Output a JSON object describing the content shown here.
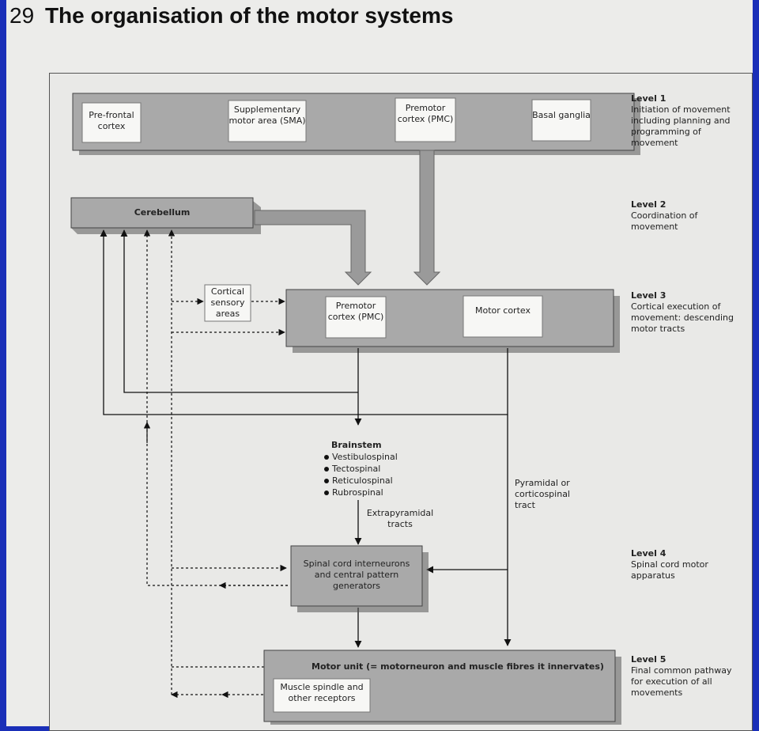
{
  "title": {
    "number": "29",
    "text": "The organisation of the motor systems"
  },
  "levels": [
    {
      "label": "Level 1",
      "desc": "Initiation of movement including planning and programming of movement"
    },
    {
      "label": "Level 2",
      "desc": "Coordination of movement"
    },
    {
      "label": "Level 3",
      "desc": "Cortical execution of movement: descending motor tracts"
    },
    {
      "label": "Level 4",
      "desc": "Spinal cord motor apparatus"
    },
    {
      "label": "Level 5",
      "desc": "Final common pathway for execution of all movements"
    }
  ],
  "level1_boxes": [
    "Pre-frontal cortex",
    "Supplementary motor area (SMA)",
    "Premotor cortex (PMC)",
    "Basal ganglia"
  ],
  "cerebellum": "Cerebellum",
  "cortical_sensory": "Cortical sensory areas",
  "level3_boxes": [
    "Premotor cortex (PMC)",
    "Motor cortex"
  ],
  "brainstem": {
    "title": "Brainstem",
    "items": [
      "Vestibulospinal",
      "Tectospinal",
      "Reticulospinal",
      "Rubrospinal"
    ]
  },
  "extrapyramidal": "Extrapyramidal tracts",
  "pyramidal": "Pyramidal or corticospinal tract",
  "spinal": "Spinal cord interneurons and central pattern generators",
  "motor_unit": "Motor unit (= motorneuron and muscle fibres it innervates)",
  "muscle_spindle": "Muscle spindle and other receptors"
}
